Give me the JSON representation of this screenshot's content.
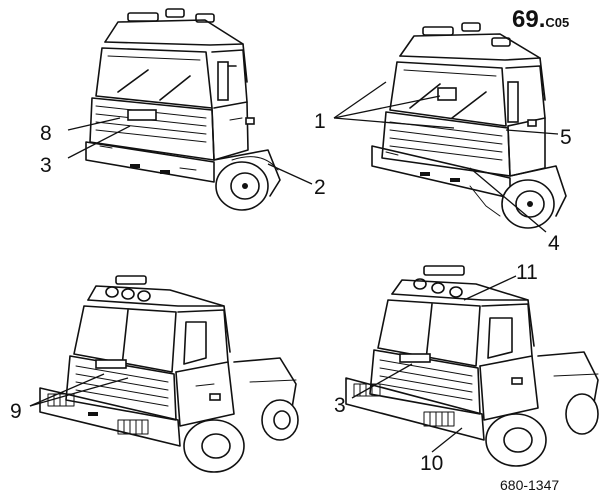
{
  "page_code": {
    "main": "69.",
    "sub": "C05"
  },
  "reference_number": "680-1347",
  "callouts": {
    "top_left": {
      "c8": "8",
      "c3": "3",
      "c2": "2"
    },
    "top_right": {
      "c1": "1",
      "c5": "5",
      "c4": "4"
    },
    "bottom_left": {
      "c9": "9"
    },
    "bottom_right": {
      "c11": "11",
      "c3": "3",
      "c10": "10"
    }
  }
}
